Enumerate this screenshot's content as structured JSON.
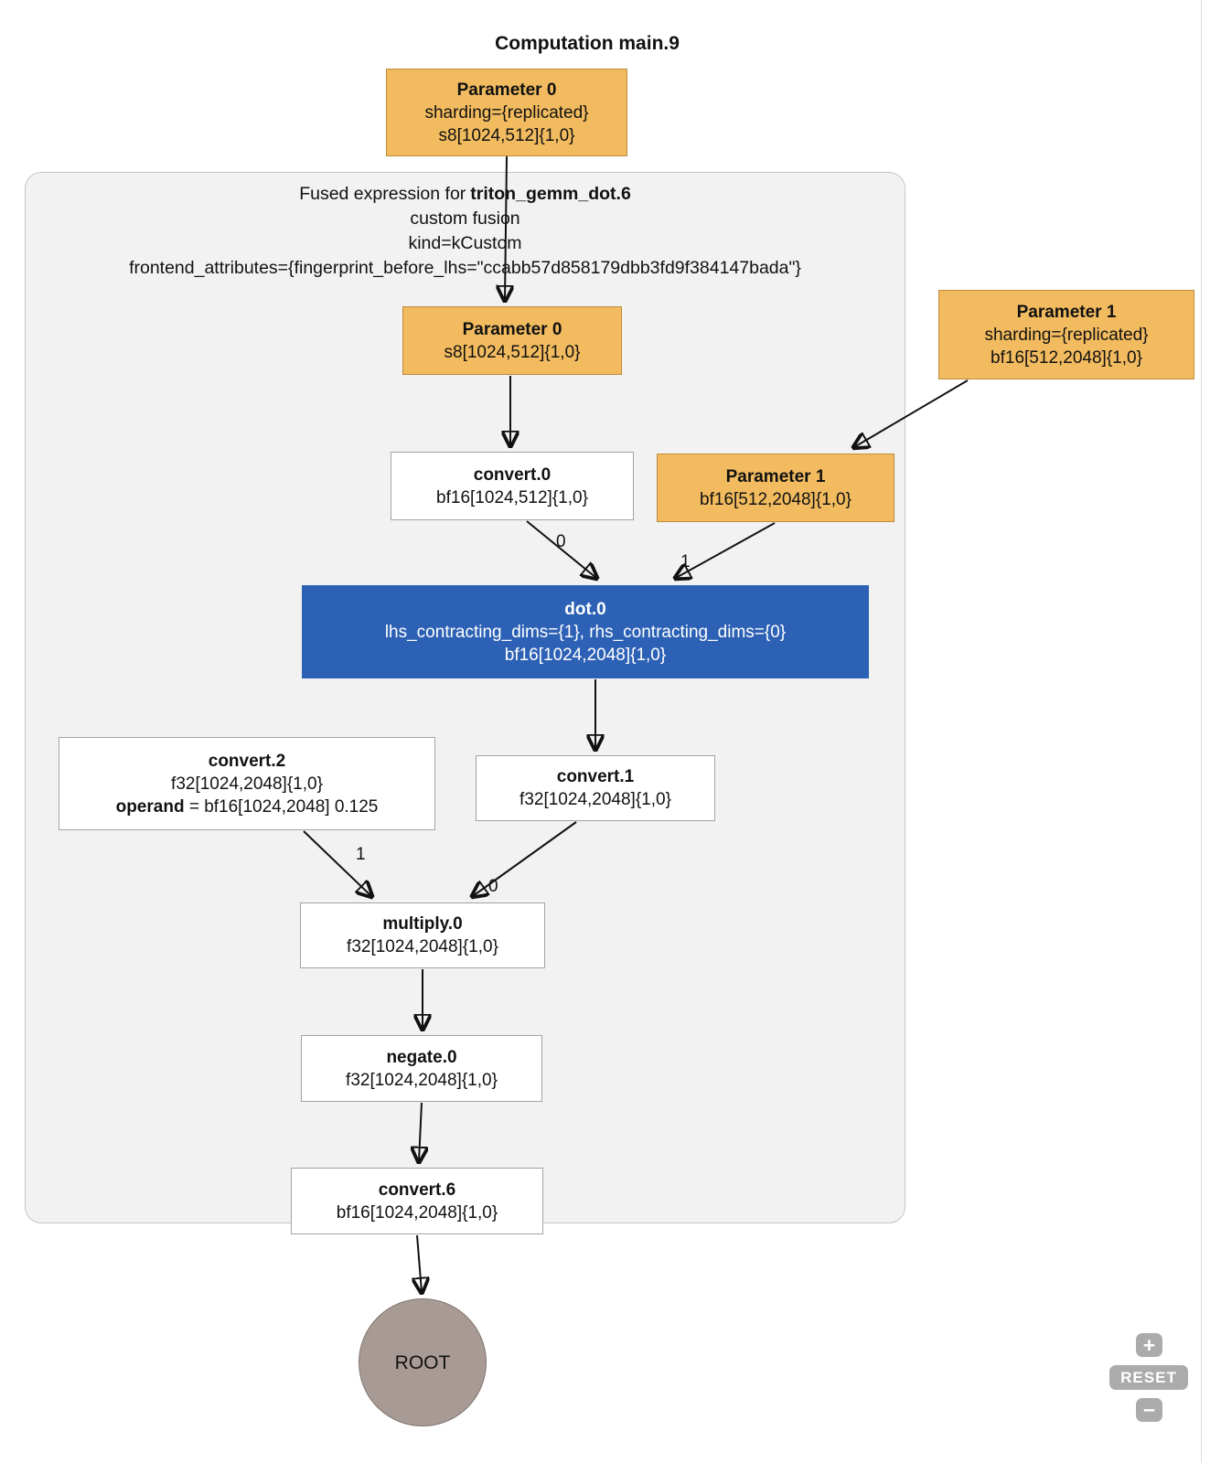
{
  "title": "Computation main.9",
  "cluster": {
    "label_prefix": "Fused expression for",
    "label_name": "triton_gemm_dot.6",
    "subtitle1": "custom fusion",
    "subtitle2": "kind=kCustom",
    "subtitle3": "frontend_attributes={fingerprint_before_lhs=\"ccabb57d858179dbb3fd9f384147bada\"}"
  },
  "nodes": {
    "param0_outer": {
      "title": "Parameter 0",
      "line1": "sharding={replicated}",
      "line2": "s8[1024,512]{1,0}"
    },
    "param0_inner": {
      "title": "Parameter 0",
      "line1": "s8[1024,512]{1,0}"
    },
    "convert0": {
      "title": "convert.0",
      "line1": "bf16[1024,512]{1,0}"
    },
    "param1_outer": {
      "title": "Parameter 1",
      "line1": "sharding={replicated}",
      "line2": "bf16[512,2048]{1,0}"
    },
    "param1_inner": {
      "title": "Parameter 1",
      "line1": "bf16[512,2048]{1,0}"
    },
    "dot0": {
      "title": "dot.0",
      "line1": "lhs_contracting_dims={1}, rhs_contracting_dims={0}",
      "line2": "bf16[1024,2048]{1,0}"
    },
    "convert2": {
      "title": "convert.2",
      "line1": "f32[1024,2048]{1,0}",
      "operand_label": "operand",
      "operand_rest": " = bf16[1024,2048] 0.125"
    },
    "convert1": {
      "title": "convert.1",
      "line1": "f32[1024,2048]{1,0}"
    },
    "multiply0": {
      "title": "multiply.0",
      "line1": "f32[1024,2048]{1,0}"
    },
    "negate0": {
      "title": "negate.0",
      "line1": "f32[1024,2048]{1,0}"
    },
    "convert6": {
      "title": "convert.6",
      "line1": "bf16[1024,2048]{1,0}"
    },
    "root": {
      "title": "ROOT"
    }
  },
  "edge_labels": {
    "convert0_to_dot0": "0",
    "param1_to_dot0": "1",
    "convert2_to_multiply0": "1",
    "convert1_to_multiply0": "0"
  },
  "controls": {
    "zoom_in": "+",
    "reset": "RESET",
    "zoom_out": "−"
  },
  "colors": {
    "parameter_fill": "#F2BB5F",
    "parameter_border": "#BF8C3E",
    "dot_fill": "#2D61B5",
    "node_border": "#A3A3A3",
    "cluster_fill": "#F2F2F2",
    "root_fill": "#A89B95",
    "control_fill": "#ABABAB"
  }
}
